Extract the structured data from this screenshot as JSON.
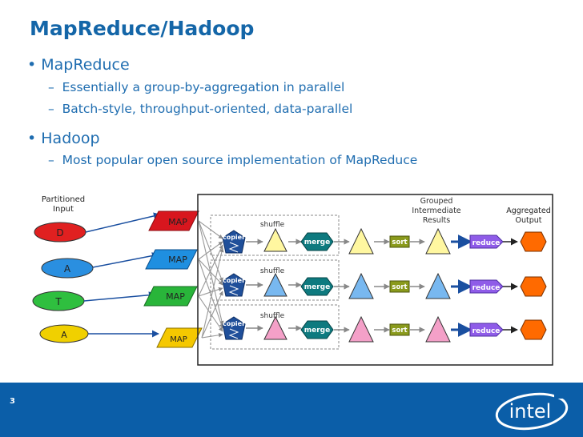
{
  "slide": {
    "title": "MapReduce/Hadoop",
    "bullets": [
      {
        "text": "MapReduce",
        "subs": [
          "Essentially a group-by-aggregation in parallel",
          "Batch-style, throughput-oriented, data-parallel"
        ]
      },
      {
        "text": "Hadoop",
        "subs": [
          "Most popular open source implementation of MapReduce"
        ]
      }
    ],
    "bullet_char": "•",
    "sub_char": "–",
    "page_number": "3"
  },
  "diagram": {
    "input_label_line1": "Partitioned",
    "input_label_line2": "Input",
    "inputs": [
      {
        "label": "D",
        "color": "#e02020"
      },
      {
        "label": "A",
        "color": "#2a8fe0"
      },
      {
        "label": "T",
        "color": "#2fbf3f"
      },
      {
        "label": "A",
        "color": "#f0d000"
      }
    ],
    "maps": [
      {
        "label": "MAP",
        "color": "#d8161e"
      },
      {
        "label": "MAP",
        "color": "#1f8fe0"
      },
      {
        "label": "MAP",
        "color": "#29b53a"
      },
      {
        "label": "MAP",
        "color": "#f5c800"
      }
    ],
    "shuffle_label": "shuffle",
    "copier_label": "copier",
    "merge_label": "merge",
    "sort_label": "sort",
    "reduce_label": "reduce",
    "grouped_line1": "Grouped",
    "grouped_line2": "Intermediate",
    "grouped_line3": "Results",
    "output_line1": "Aggregated",
    "output_line2": "Output",
    "row_colors": [
      "#fff7a0",
      "#78b8f0",
      "#f4a0c8"
    ]
  },
  "brand": {
    "logo_text": "intel"
  }
}
